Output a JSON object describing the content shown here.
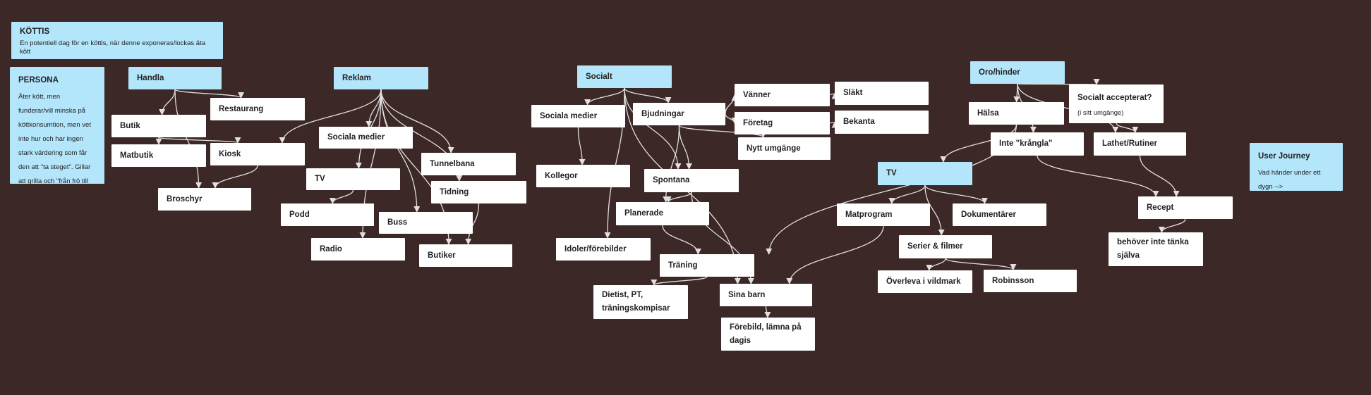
{
  "colors": {
    "background": "#3c2826",
    "sticky_blue": "#b3e5fb",
    "card_white": "#ffffff",
    "connector": "#e0e0e0"
  },
  "nodes": [
    {
      "id": "kottis",
      "title": "KÖTTIS",
      "text": "En potentiell dag för en köttis, när denne exponeras/lockas äta kött",
      "style": "blue"
    },
    {
      "id": "persona",
      "title": "PERSONA",
      "text": "Äter kött, men funderar/vill minska på köttkonsumtion, men vet inte hur och har ingen stark värdering som får den att \"ta steget\". Gillar att grilla och \"från frö till slut\".",
      "style": "blue"
    },
    {
      "id": "handla",
      "title": "Handla",
      "style": "blue"
    },
    {
      "id": "restaurang",
      "title": "Restaurang"
    },
    {
      "id": "butik",
      "title": "Butik"
    },
    {
      "id": "matbutik",
      "title": "Matbutik"
    },
    {
      "id": "kiosk",
      "title": "Kiosk"
    },
    {
      "id": "broschyr",
      "title": "Broschyr"
    },
    {
      "id": "reklam",
      "title": "Reklam",
      "style": "blue"
    },
    {
      "id": "sociala_medier_r",
      "title": "Sociala medier"
    },
    {
      "id": "tv_r",
      "title": "TV"
    },
    {
      "id": "podd",
      "title": "Podd"
    },
    {
      "id": "radio",
      "title": "Radio"
    },
    {
      "id": "tunnelbana",
      "title": "Tunnelbana"
    },
    {
      "id": "tidning",
      "title": "Tidning"
    },
    {
      "id": "buss",
      "title": "Buss"
    },
    {
      "id": "butiker",
      "title": "Butiker"
    },
    {
      "id": "socialt",
      "title": "Socialt",
      "style": "blue"
    },
    {
      "id": "sociala_medier_s",
      "title": "Sociala medier"
    },
    {
      "id": "bjudningar",
      "title": "Bjudningar"
    },
    {
      "id": "vanner",
      "title": "Vänner"
    },
    {
      "id": "slakt",
      "title": "Släkt"
    },
    {
      "id": "foretag",
      "title": "Företag"
    },
    {
      "id": "bekanta",
      "title": "Bekanta"
    },
    {
      "id": "nytt_umgange",
      "title": "Nytt umgänge"
    },
    {
      "id": "kollegor",
      "title": "Kollegor"
    },
    {
      "id": "spontana",
      "title": "Spontana"
    },
    {
      "id": "planerade",
      "title": "Planerade"
    },
    {
      "id": "idoler",
      "title": "Idoler/förebilder"
    },
    {
      "id": "traning",
      "title": "Träning"
    },
    {
      "id": "dietist",
      "title": "Dietist, PT, träningskompisar"
    },
    {
      "id": "sina_barn",
      "title": "Sina barn"
    },
    {
      "id": "forebild",
      "title": "Förebild, lämna på dagis"
    },
    {
      "id": "oro",
      "title": "Oro/hinder",
      "style": "blue"
    },
    {
      "id": "halsa",
      "title": "Hälsa"
    },
    {
      "id": "socialt_acc",
      "title": "Socialt accepterat?",
      "text": "(i sitt umgänge)"
    },
    {
      "id": "krangla",
      "title": "Inte \"krångla\""
    },
    {
      "id": "lathet",
      "title": "Lathet/Rutiner"
    },
    {
      "id": "tv_blue",
      "title": "TV",
      "style": "blue"
    },
    {
      "id": "matprogram",
      "title": "Matprogram"
    },
    {
      "id": "dokumentarer",
      "title": "Dokumentärer"
    },
    {
      "id": "serier",
      "title": "Serier & filmer"
    },
    {
      "id": "overleva",
      "title": "Överleva i vildmark"
    },
    {
      "id": "robinsson",
      "title": "Robinsson"
    },
    {
      "id": "recept",
      "title": "Recept"
    },
    {
      "id": "behover",
      "title": "behöver inte tänka själva"
    },
    {
      "id": "user_journey",
      "title": "User Journey",
      "text": "Vad händer under ett dygn -->",
      "style": "blue"
    }
  ],
  "edges": [
    [
      "handla",
      "butik"
    ],
    [
      "handla",
      "restaurang"
    ],
    [
      "handla",
      "broschyr"
    ],
    [
      "butik",
      "matbutik"
    ],
    [
      "butik",
      "kiosk"
    ],
    [
      "kiosk",
      "broschyr"
    ],
    [
      "reklam",
      "sociala_medier_r"
    ],
    [
      "reklam",
      "tv_r"
    ],
    [
      "reklam",
      "radio"
    ],
    [
      "reklam",
      "tunnelbana"
    ],
    [
      "reklam",
      "tidning"
    ],
    [
      "reklam",
      "buss"
    ],
    [
      "reklam",
      "butiker"
    ],
    [
      "reklam",
      "kiosk"
    ],
    [
      "tv_r",
      "podd"
    ],
    [
      "tidning",
      "butiker"
    ],
    [
      "socialt",
      "sociala_medier_s"
    ],
    [
      "socialt",
      "bjudningar"
    ],
    [
      "socialt",
      "idoler"
    ],
    [
      "socialt",
      "spontana"
    ],
    [
      "socialt",
      "sina_barn"
    ],
    [
      "sociala_medier_s",
      "kollegor"
    ],
    [
      "bjudningar",
      "vanner"
    ],
    [
      "bjudningar",
      "foretag"
    ],
    [
      "bjudningar",
      "nytt_umgange"
    ],
    [
      "bjudningar",
      "spontana"
    ],
    [
      "bjudningar",
      "planerade"
    ],
    [
      "vanner",
      "slakt"
    ],
    [
      "foretag",
      "bekanta"
    ],
    [
      "spontana",
      "planerade"
    ],
    [
      "planerade",
      "traning"
    ],
    [
      "traning",
      "dietist"
    ],
    [
      "sina_barn",
      "forebild"
    ],
    [
      "spontana",
      "sina_barn"
    ],
    [
      "oro",
      "halsa"
    ],
    [
      "oro",
      "socialt_acc"
    ],
    [
      "oro",
      "krangla"
    ],
    [
      "oro",
      "lathet"
    ],
    [
      "socialt_acc",
      "lathet"
    ],
    [
      "lathet",
      "recept"
    ],
    [
      "recept",
      "behover"
    ],
    [
      "krangla",
      "recept"
    ],
    [
      "halsa",
      "traning"
    ],
    [
      "halsa",
      "tv_blue"
    ],
    [
      "matprogram",
      "sina_barn"
    ],
    [
      "tv_blue",
      "matprogram"
    ],
    [
      "tv_blue",
      "dokumentarer"
    ],
    [
      "tv_blue",
      "serier"
    ],
    [
      "serier",
      "overleva"
    ],
    [
      "serier",
      "robinsson"
    ]
  ]
}
